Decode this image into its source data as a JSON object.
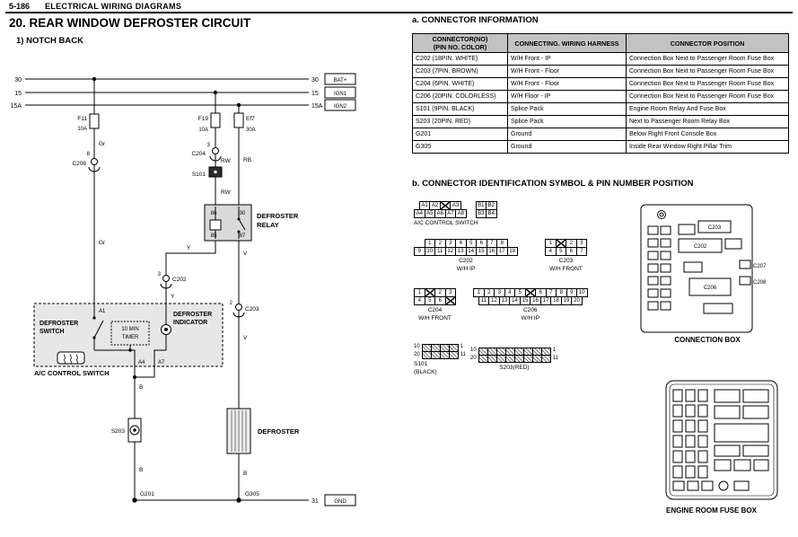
{
  "page": {
    "code": "5-186",
    "header_title": "ELECTRICAL WIRING DIAGRAMS",
    "title": "20. REAR WINDOW DEFROSTER CIRCUIT",
    "subtitle": "1) NOTCH BACK"
  },
  "diagram": {
    "bus": {
      "left_30": "30",
      "left_15": "15",
      "left_15a": "15A",
      "right_30": "30",
      "right_15": "15",
      "right_15a": "15A",
      "box_bat": "BAT+",
      "box_ign1": "IGN1",
      "box_ign2": "IGN2",
      "bottom_31": "31",
      "box_gnd": "GND"
    },
    "fuses": {
      "f11": "F11",
      "f11_rating": "10A",
      "f19": "F19",
      "f19_rating": "10A",
      "ef7": "Ef7",
      "ef7_rating": "30A"
    },
    "wires": {
      "gr1": "Gr",
      "gr2": "Gr",
      "rw1": "RW",
      "rw2": "RW",
      "rb1": "RB",
      "y1": "Y",
      "y2": "Y",
      "v1": "V",
      "v2": "V",
      "b1": "B",
      "b2": "B",
      "b3": "B"
    },
    "connectors": {
      "c206": "C206",
      "c206_pin": "8",
      "c204": "C204",
      "c204_pin": "3",
      "s101": "S101",
      "c202": "C202",
      "c202_pin": "3",
      "c203": "C203",
      "c203_pin": "2",
      "s203": "S203",
      "g201": "G201",
      "g305": "G305"
    },
    "relay": {
      "line1": "DEFROSTER",
      "line2": "RELAY",
      "pin86": "86",
      "pin30": "30",
      "pin85": "85",
      "pin87": "87"
    },
    "ac_switch": {
      "switch_line1": "DEFROSTER",
      "switch_line2": "SWITCH",
      "timer_line1": "10 MIN",
      "timer_line2": "TIMER",
      "indicator_line1": "DEFROSTER",
      "indicator_line2": "INDICATOR",
      "pin_a1": "A1",
      "pin_a4": "A4",
      "pin_a7": "A7",
      "caption": "A/C CONTROL SWITCH"
    },
    "defroster_label": "DEFROSTER"
  },
  "connector_info": {
    "heading": "a. CONNECTOR INFORMATION",
    "col1a": "CONNECTOR(NO)",
    "col1b": "(PIN NO. COLOR)",
    "col2": "CONNECTING. WIRING HARNESS",
    "col3": "CONNECTOR POSITION",
    "rows": [
      [
        "C202 (18PIN. WHITE)",
        "W/H Front - IP",
        "Connection Box Next to Passenger Room Fuse Box"
      ],
      [
        "C203 (7PIN. BROWN)",
        "W/H Front - Floor",
        "Connection Box Next to Passenger Room Fuse Box"
      ],
      [
        "C204 (6PIN. WHITE)",
        "W/H Front - Floor",
        "Connection Box Next to Passenger Room Fuse Box"
      ],
      [
        "C206 (20PIN. COLORLESS)",
        "W/H Floor - IP",
        "Connection Box Next to Passenger Room Fuse Box"
      ],
      [
        "S101 (9PIN. BLACK)",
        "Splice Pack",
        "Engine Room Relay And Fuse Box"
      ],
      [
        "S203 (20PIN. RED)",
        "Splice Pack",
        "Next to Passenger Room Relay Box"
      ],
      [
        "G201",
        "Ground",
        "Below Right Front Console Box"
      ],
      [
        "G305",
        "Ground",
        "Inside Rear Window Right Pillar Trim"
      ]
    ]
  },
  "pin_section": {
    "heading": "b. CONNECTOR IDENTIFICATION SYMBOL & PIN NUMBER POSITION",
    "ac1_rows": [
      [
        "A1",
        "A2",
        "x",
        "A3"
      ],
      [
        "A4",
        "A5",
        "A6",
        "A7",
        "A8"
      ]
    ],
    "ac2_rows": [
      [
        "B1",
        "B2"
      ],
      [
        "B3",
        "B4"
      ]
    ],
    "ac_caption": "A/C CONTROL SWITCH",
    "c202": {
      "rows": [
        [
          "1",
          "2",
          "3",
          "4",
          "5",
          "6",
          "7",
          "8"
        ],
        [
          "9",
          "10",
          "11",
          "12",
          "13",
          "14",
          "15",
          "16",
          "17",
          "18"
        ]
      ],
      "cap": "C202",
      "sub": "W/H IP"
    },
    "c203": {
      "rows": [
        [
          "1",
          "x",
          "2",
          "3"
        ],
        [
          "4",
          "5",
          "6",
          "7"
        ]
      ],
      "cap": "C203",
      "sub": "W/H FRONT"
    },
    "c204": {
      "rows": [
        [
          "1",
          "x",
          "2",
          "3"
        ],
        [
          "4",
          "5",
          "6",
          "x"
        ]
      ],
      "cap": "C204",
      "sub": "W/H FRONT"
    },
    "c206": {
      "rows": [
        [
          "1",
          "2",
          "3",
          "4",
          "5",
          "x",
          "6",
          "7",
          "8",
          "9",
          "10"
        ],
        [
          "11",
          "12",
          "13",
          "14",
          "15",
          "16",
          "17",
          "18",
          "19",
          "20"
        ]
      ],
      "cap": "C206",
      "sub": "W/H IP"
    },
    "s101": {
      "rows": [
        [
          "#",
          "#",
          "#",
          "#"
        ],
        [
          "#",
          "#",
          "#",
          "#"
        ]
      ],
      "tl": "10",
      "bl": "20",
      "tr": "1",
      "br": "11",
      "cap": "S101",
      "sub": "(BLACK)"
    },
    "s203": {
      "rows": [
        [
          "#",
          "#",
          "#",
          "#",
          "#",
          "#",
          "#",
          "#"
        ],
        [
          "#",
          "#",
          "#",
          "#",
          "#",
          "#",
          "#",
          "#"
        ]
      ],
      "tl": "10",
      "bl": "20",
      "tr": "1",
      "br": "11",
      "cap": "S203(RED)"
    }
  },
  "illustrations": {
    "connection_box": {
      "c202": "C202",
      "c203": "C203",
      "c206": "C206",
      "c207": "C207",
      "c208": "C208",
      "caption": "CONNECTION BOX"
    },
    "engine_fuse_box": {
      "caption": "ENGINE ROOM FUSE BOX"
    }
  }
}
